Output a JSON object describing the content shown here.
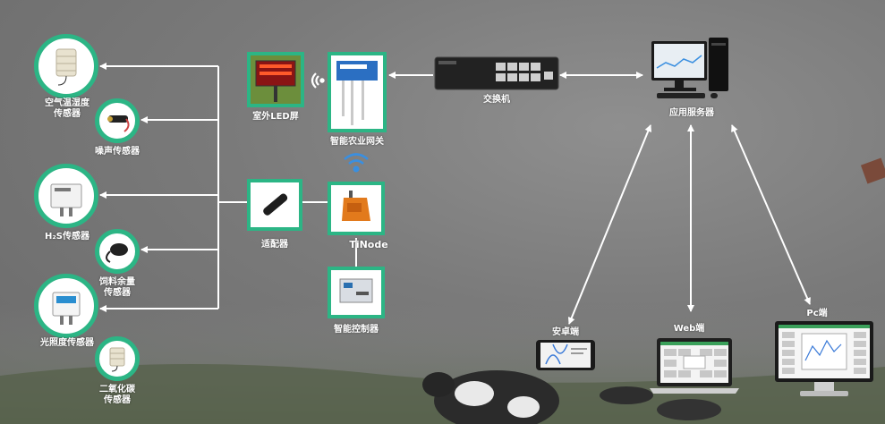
{
  "colors": {
    "accent": "#2cb585",
    "line": "#ffffff",
    "background": "#7c7c7c"
  },
  "sensors": {
    "air_temp_humidity": "空气温湿度\n传感器",
    "noise": "噪声传感器",
    "h2s": "H₂S传感器",
    "feed_remaining": "饲料余量\n传感器",
    "light": "光照度传感器",
    "co2": "二氧化碳\n传感器"
  },
  "devices": {
    "adapter": "适配器",
    "tinode": "TiNode",
    "controller": "智能控制器",
    "led_screen": "室外LED屏",
    "gateway": "智能农业网关",
    "switch": "交换机",
    "server": "应用服务器"
  },
  "clients": {
    "android": "安卓端",
    "web": "Web端",
    "pc": "Pc端"
  },
  "icons": [
    "wifi-icon",
    "pc-icon",
    "tablet-icon",
    "laptop-icon",
    "monitor-icon"
  ]
}
